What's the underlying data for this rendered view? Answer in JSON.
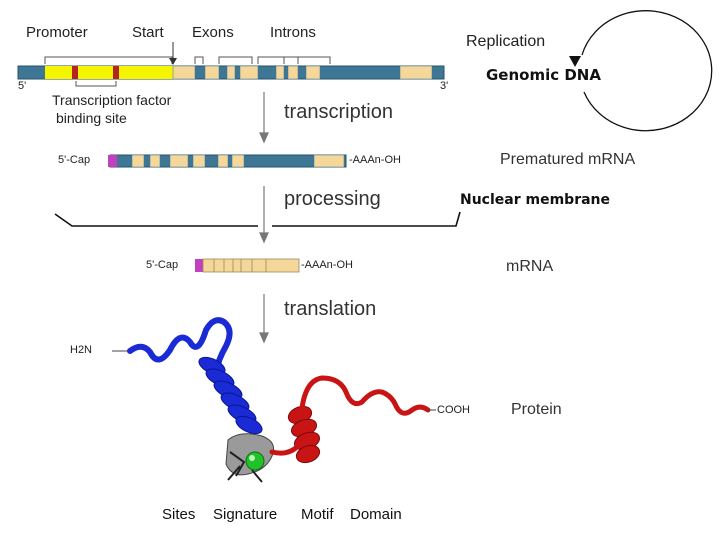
{
  "gene": {
    "promoter_label": "Promoter",
    "start_label": "Start",
    "exons_label": "Exons",
    "introns_label": "Introns",
    "five_prime": "5'",
    "three_prime": "3'",
    "tf_site_line1": "Transcription factor",
    "tf_site_line2": "binding site"
  },
  "replication": {
    "label": "Replication",
    "genomic_dna": "Genomic DNA"
  },
  "steps": {
    "transcription": "transcription",
    "processing": "processing",
    "translation": "translation"
  },
  "premature": {
    "cap": "5'-Cap",
    "tail": "-AAAn-OH",
    "label": "Prematured mRNA"
  },
  "membrane": {
    "label": "Nuclear membrane"
  },
  "mrna": {
    "cap": "5'-Cap",
    "tail": "-AAAn-OH",
    "label": "mRNA"
  },
  "protein": {
    "n_term": "H2N",
    "c_term": "COOH",
    "label": "Protein",
    "features": [
      "Sites",
      "Signature",
      "Motif",
      "Domain"
    ]
  },
  "colors": {
    "dna_blue": "#3e7695",
    "promoter_yellow": "#f5f500",
    "exon_tan": "#f5d79a",
    "tf_red": "#b3261e",
    "cap_magenta": "#c040c0",
    "helix_blue": "#1a2bd6",
    "helix_red": "#c81414"
  }
}
